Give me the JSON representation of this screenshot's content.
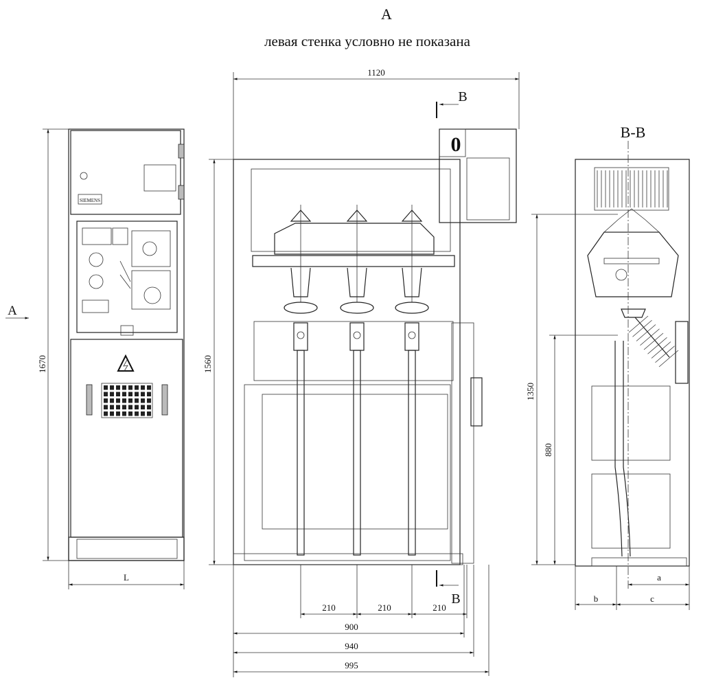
{
  "header": {
    "view_letter": "A",
    "caption": "левая стенка условно не показана"
  },
  "front_view": {
    "height_dim": "1670",
    "width_dim": "L",
    "view_arrow": "A",
    "panel_logo": "SIEMENS"
  },
  "side_view": {
    "overall_width": "1120",
    "height_dim": "1560",
    "section_mark_top": "B",
    "section_mark_bottom": "B",
    "switch_position": "0",
    "phase_spacing": [
      "210",
      "210",
      "210"
    ],
    "bottom_dims": [
      "900",
      "940",
      "995"
    ]
  },
  "section_view": {
    "title": "B-B",
    "height_dim_1": "1350",
    "height_dim_2": "880",
    "dim_a": "a",
    "dim_b": "b",
    "dim_c": "c"
  }
}
